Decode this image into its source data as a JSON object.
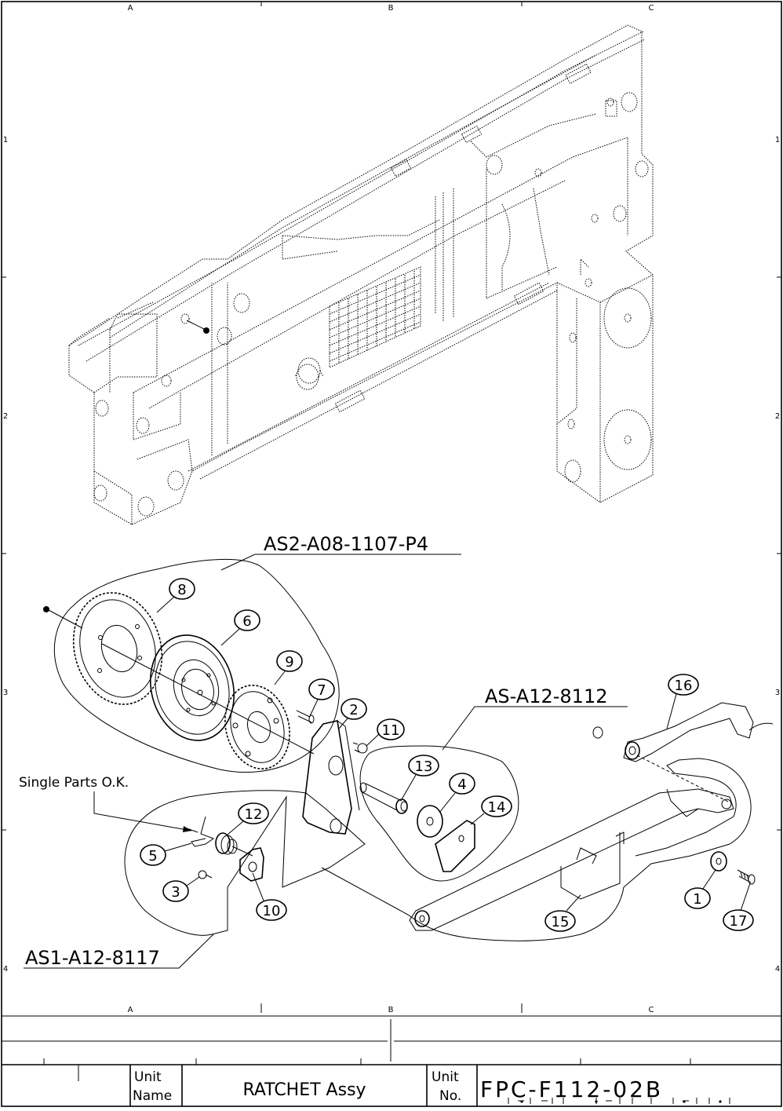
{
  "grid": {
    "columns": [
      "A",
      "B",
      "C"
    ],
    "rows": [
      "1",
      "2",
      "3",
      "4"
    ]
  },
  "assemblies": {
    "as2": "AS2-A08-1107-P4",
    "as": "AS-A12-8112",
    "as1": "AS1-A12-8117"
  },
  "note": "Single Parts O.K.",
  "balloons": [
    "1",
    "2",
    "3",
    "4",
    "5",
    "6",
    "7",
    "8",
    "9",
    "10",
    "11",
    "12",
    "13",
    "14",
    "15",
    "16",
    "17"
  ],
  "title_block": {
    "unit_name_label_1": "Unit",
    "unit_name_label_2": "Name",
    "unit_name": "RATCHET Assy",
    "unit_no_label_1": "Unit",
    "unit_no_label_2": "No.",
    "unit_no": "FPC-F112-02B"
  }
}
